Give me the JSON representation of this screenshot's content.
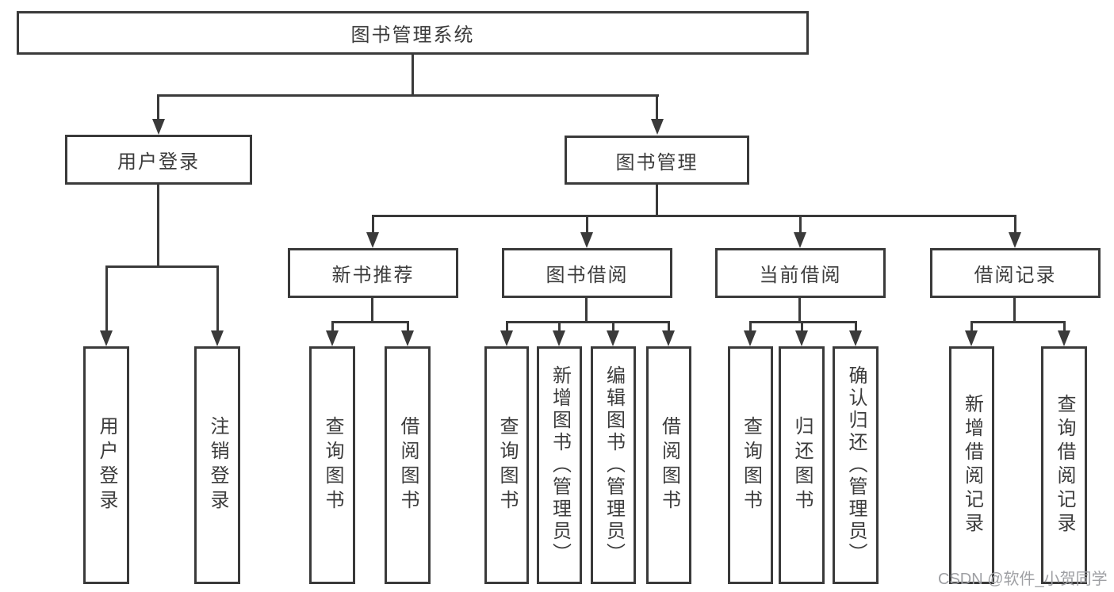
{
  "tree": {
    "label": "图书管理系统",
    "children": [
      {
        "label": "用户登录",
        "children": [
          {
            "label": "用户登录"
          },
          {
            "label": "注销登录"
          }
        ]
      },
      {
        "label": "图书管理",
        "children": [
          {
            "label": "新书推荐",
            "children": [
              {
                "label": "查询图书"
              },
              {
                "label": "借阅图书"
              }
            ]
          },
          {
            "label": "图书借阅",
            "children": [
              {
                "label": "查询图书"
              },
              {
                "label": "新增图书（管理员）"
              },
              {
                "label": "编辑图书（管理员）"
              },
              {
                "label": "借阅图书"
              }
            ]
          },
          {
            "label": "当前借阅",
            "children": [
              {
                "label": "查询图书"
              },
              {
                "label": "归还图书"
              },
              {
                "label": "确认归还（管理员）"
              }
            ]
          },
          {
            "label": "借阅记录",
            "children": [
              {
                "label": "新增借阅记录"
              },
              {
                "label": "查询借阅记录"
              }
            ]
          }
        ]
      }
    ]
  },
  "watermark": {
    "text": "CSDN @软件_小贺同学"
  },
  "colors": {
    "line": "#3a3a3a",
    "text": "#3c3c3c",
    "background": "#ffffff",
    "watermark": "#9fa0a4"
  }
}
